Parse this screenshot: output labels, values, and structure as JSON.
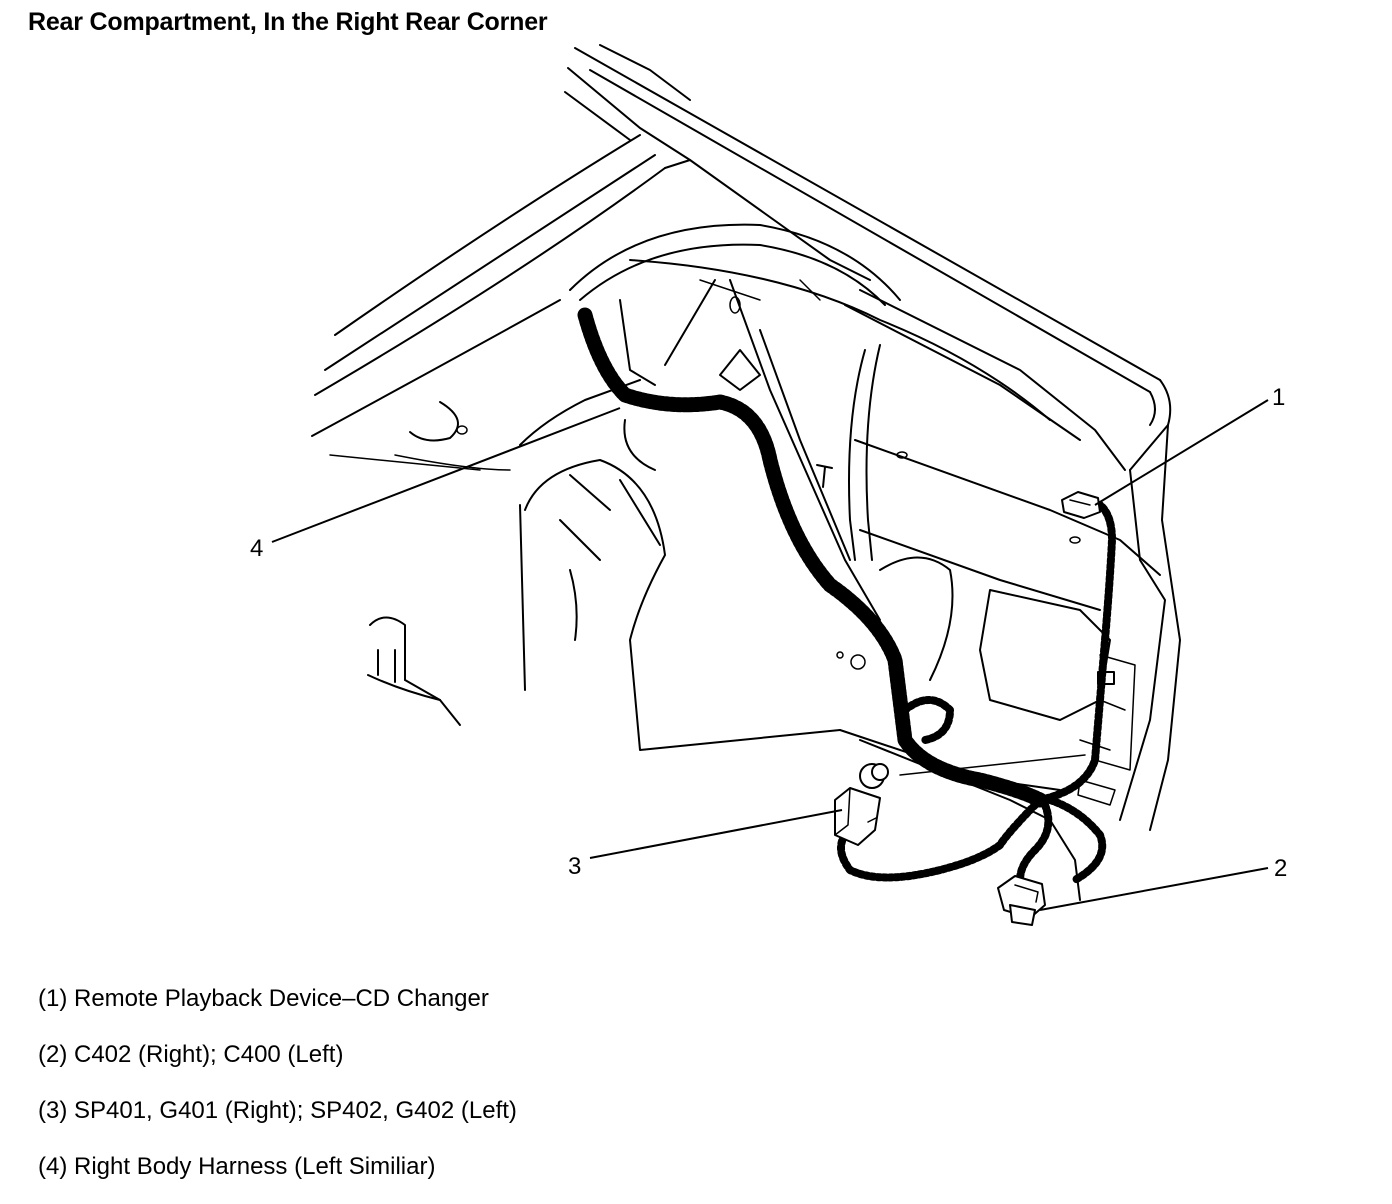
{
  "title": "Rear Compartment, In the Right Rear Corner",
  "callouts": {
    "c1": "1",
    "c2": "2",
    "c3": "3",
    "c4": "4"
  },
  "legend": [
    "(1) Remote Playback Device–CD Changer",
    "(2) C402 (Right); C400 (Left)",
    "(3) SP401, G401 (Right); SP402, G402 (Left)",
    "(4) Right Body Harness (Left Similiar)"
  ]
}
